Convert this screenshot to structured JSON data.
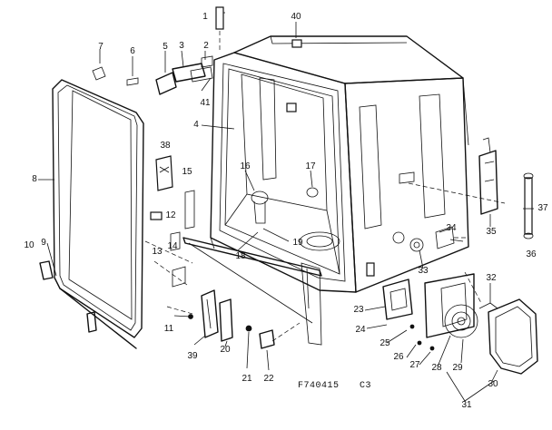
{
  "figure": {
    "code_main": "F740415",
    "code_suffix": "C3"
  },
  "labels": [
    "1",
    "2",
    "3",
    "4",
    "5",
    "6",
    "7",
    "8",
    "9",
    "10",
    "11",
    "12",
    "13",
    "14",
    "15",
    "16",
    "17",
    "18",
    "19",
    "20",
    "21",
    "22",
    "23",
    "24",
    "25",
    "26",
    "27",
    "28",
    "29",
    "30",
    "31",
    "32",
    "33",
    "34",
    "35",
    "36",
    "37",
    "38",
    "39",
    "40",
    "41"
  ]
}
